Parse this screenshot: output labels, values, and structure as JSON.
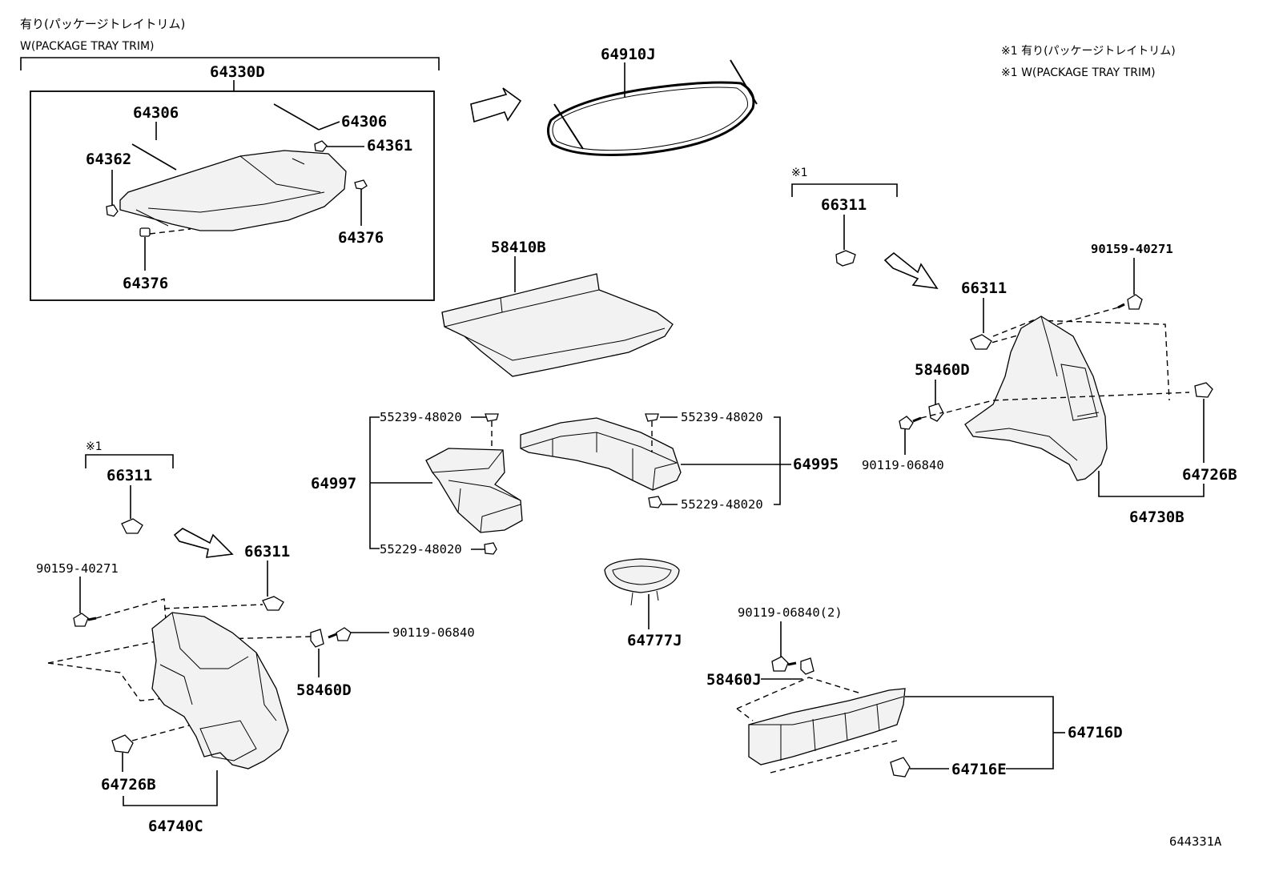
{
  "notes": {
    "tray_jp": "有り(パッケージトレイトリム)",
    "tray_en": "W(PACKAGE TRAY TRIM)",
    "legend_jp": "※1 有り(パッケージトレイトリム)",
    "legend_en": "※1 W(PACKAGE TRAY TRIM)",
    "mark1": "※1",
    "mark2": "※1"
  },
  "labels": {
    "p64330D": "64330D",
    "p64306a": "64306",
    "p64306b": "64306",
    "p64361": "64361",
    "p64362": "64362",
    "p64376a": "64376",
    "p64376b": "64376",
    "p64910J": "64910J",
    "p58410B": "58410B",
    "p66311_top": "66311",
    "p66311_right": "66311",
    "p90159_right": "90159-40271",
    "p58460D_right": "58460D",
    "p90119_right": "90119-06840",
    "p64726B_right": "64726B",
    "p64730B": "64730B",
    "p55239_left": "55239-48020",
    "p55239_right": "55239-48020",
    "p64997": "64997",
    "p64995": "64995",
    "p55229_left": "55229-48020",
    "p55229_right": "55229-48020",
    "p66311_left": "66311",
    "p66311_left2": "66311",
    "p90159_left": "90159-40271",
    "p90119_left": "90119-06840",
    "p58460D_left": "58460D",
    "p64726B_left": "64726B",
    "p64740C": "64740C",
    "p64777J": "64777J",
    "p90119_2": "90119-06840(2)",
    "p58460J": "58460J",
    "p64716D": "64716D",
    "p64716E": "64716E"
  },
  "illustration_id": "644331A"
}
